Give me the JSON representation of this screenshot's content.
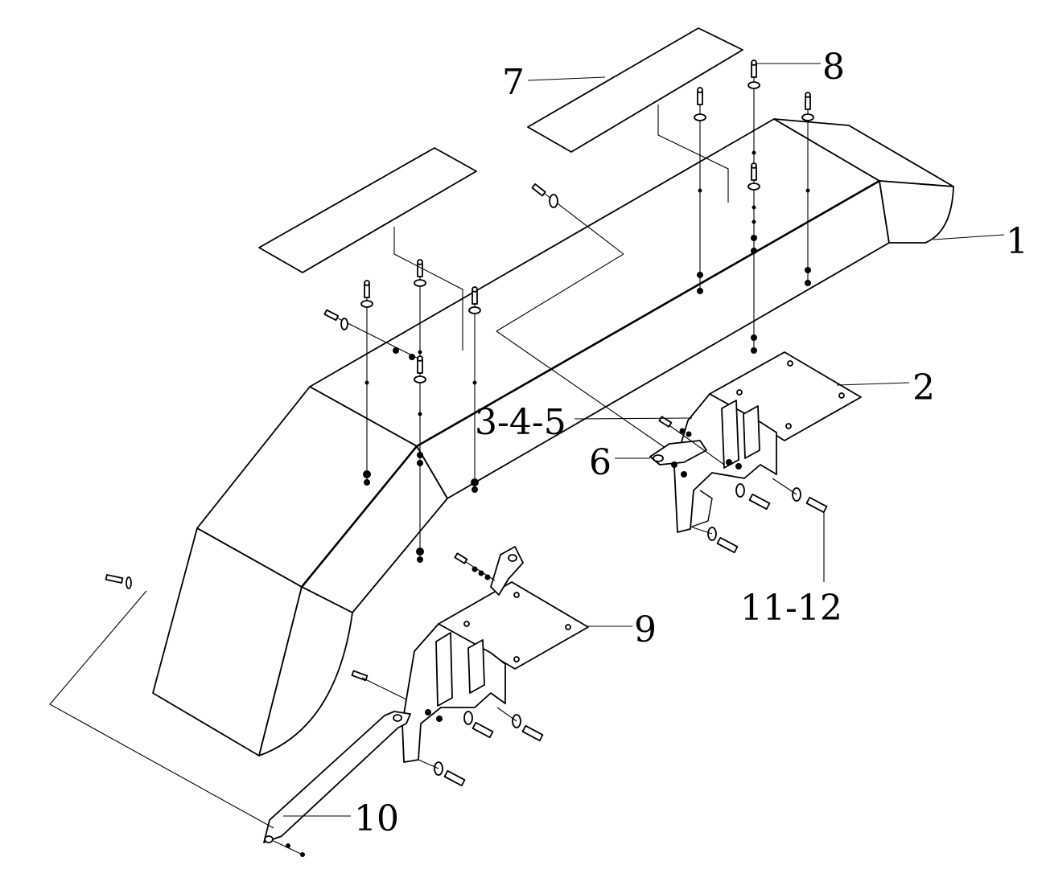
{
  "callouts": {
    "c1": "1",
    "c2": "2",
    "c345": "3-4-5",
    "c6": "6",
    "c7": "7",
    "c8": "8",
    "c9": "9",
    "c10": "10",
    "c1112": "11-12"
  }
}
